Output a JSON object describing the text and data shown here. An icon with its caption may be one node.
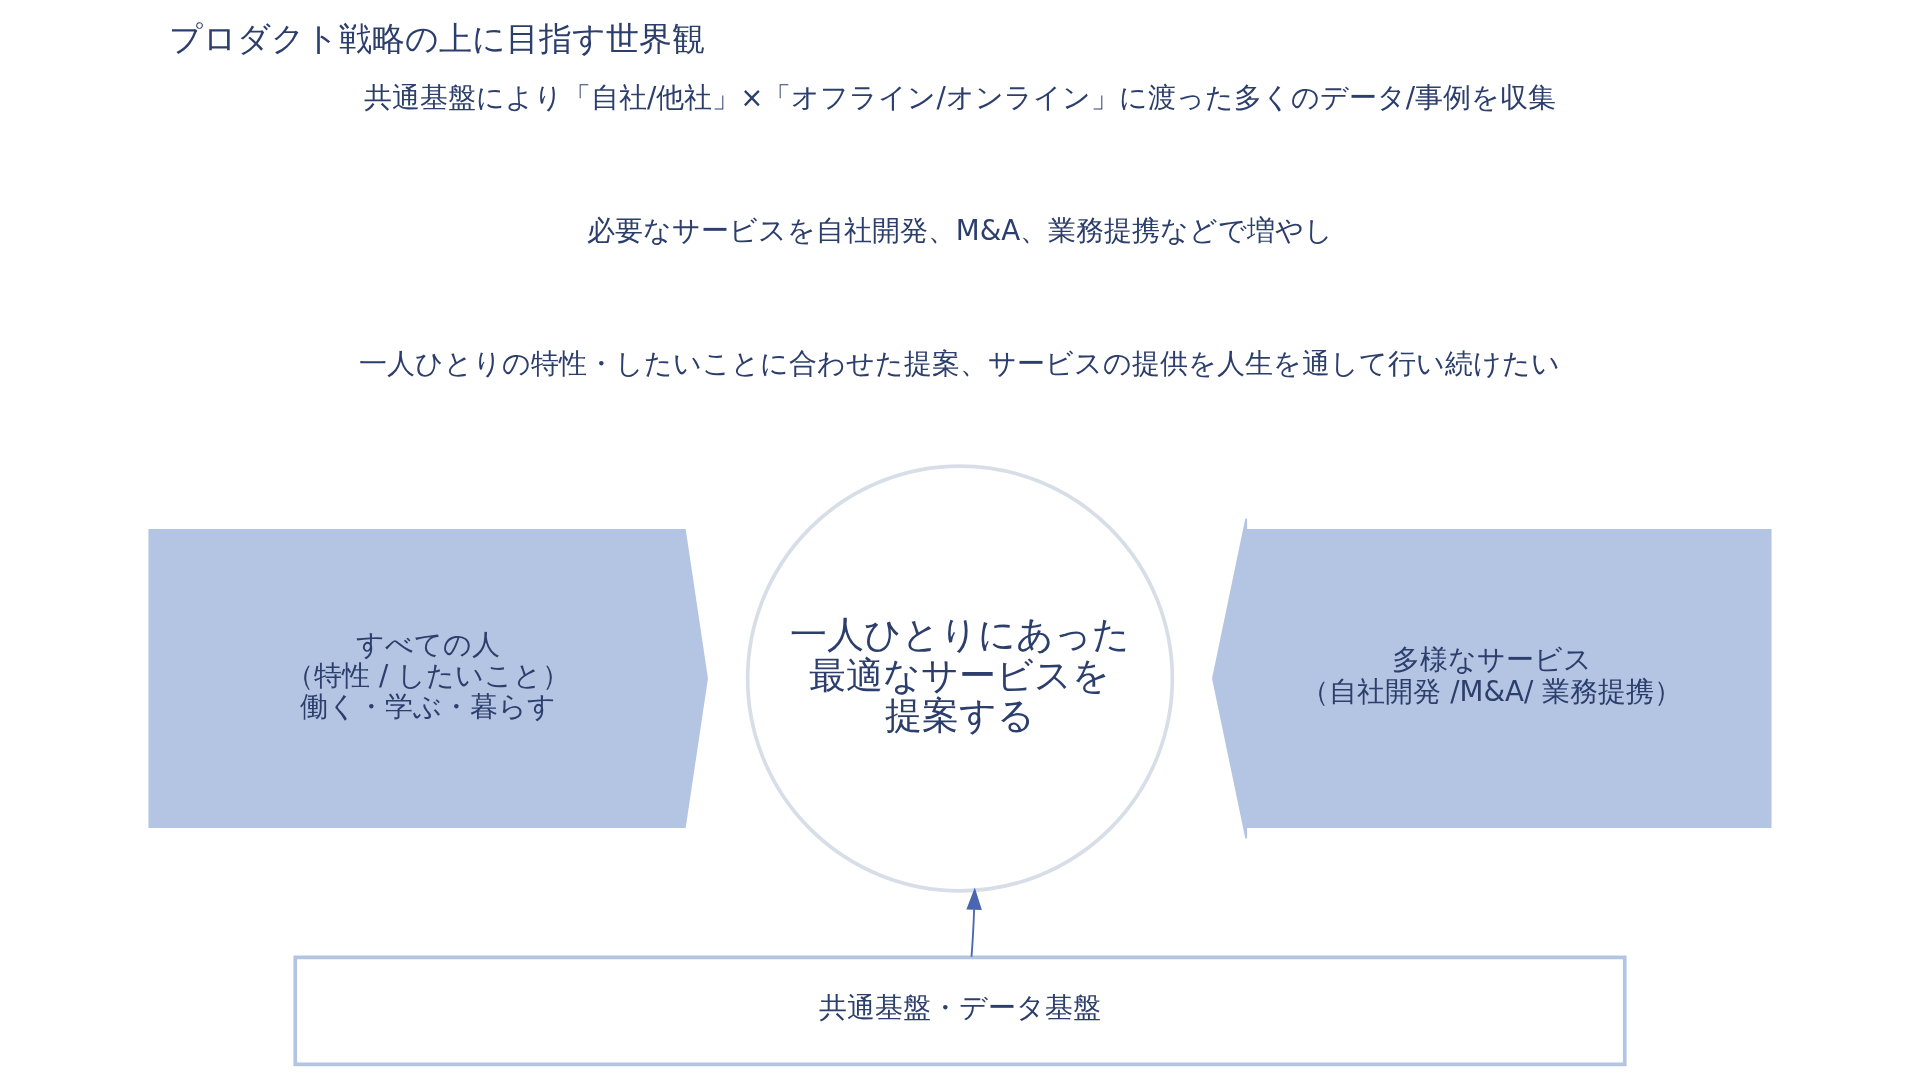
{
  "diagram": {
    "title": "プロダクト戦略の上に目指す世界観",
    "nodes": [
      {
        "text": [
          "すべての人",
          "（特性 / したいこと）",
          "働く・学ぶ・暮らす"
        ]
      },
      {
        "text": [
          "一人ひとりにあった最適なサービスを提案する"
        ]
      },
      {
        "text": [
          "多様なサービス",
          "（自社開発 /M&A/ 業務提携）"
        ]
      },
      {
        "text": [
          "共通基盤・データ基盤"
        ]
      }
    ],
    "edges": [
      {
        "from": 3,
        "to": 1,
        "arrow": "to"
      }
    ],
    "labels": [
      "共通基盤により「自社/他社」×「オフライン/オンライン」に渡った多くのデータ/事例を収集",
      "必要なサービスを自社開発、M&A、業務提携などで増やし",
      "一人ひとりの特性・したいことに合わせた提案、サービスの提供を人生を通して行い続けたい"
    ]
  }
}
